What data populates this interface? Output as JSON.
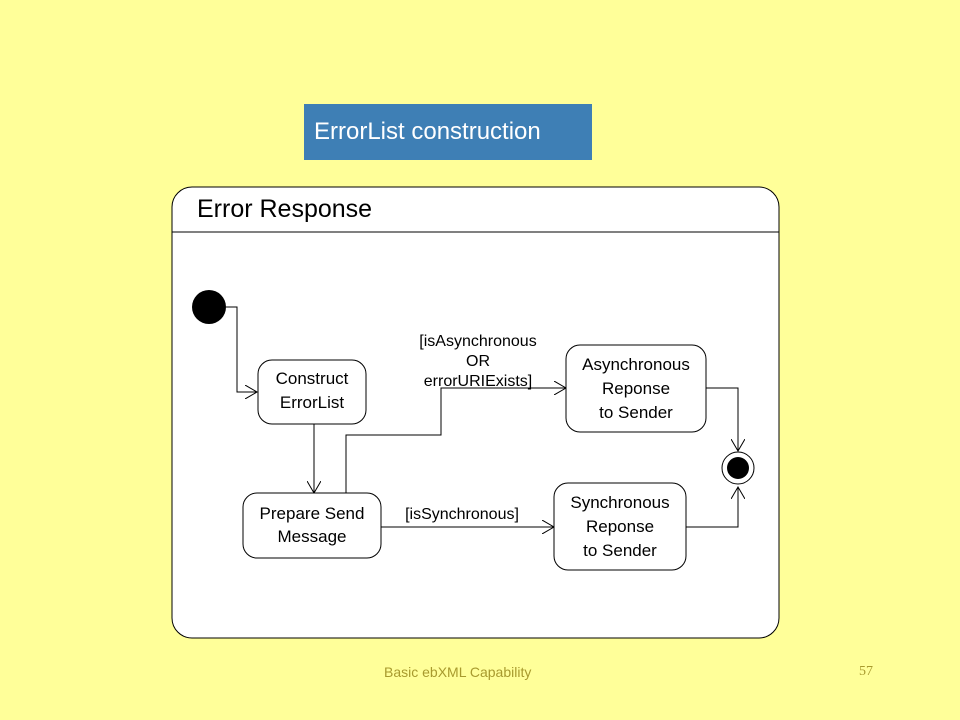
{
  "slide_title": "ErrorList construction",
  "diagram": {
    "frame_title": "Error Response",
    "states": {
      "construct": [
        "Construct",
        "ErrorList"
      ],
      "prepare": [
        "Prepare Send",
        "Message"
      ],
      "async": [
        "Asynchronous",
        "Reponse",
        "to Sender"
      ],
      "sync": [
        "Synchronous",
        "Reponse",
        "to Sender"
      ]
    },
    "guards": {
      "async": [
        "[isAsynchronous",
        "OR",
        "errorURIExists]"
      ],
      "sync": "[isSynchronous]"
    }
  },
  "footer": {
    "text": "Basic ebXML Capability",
    "page_number": "57"
  },
  "colors": {
    "background": "#ffff99",
    "title_box": "#3e7fb5",
    "footer_text": "#a89a2e"
  }
}
